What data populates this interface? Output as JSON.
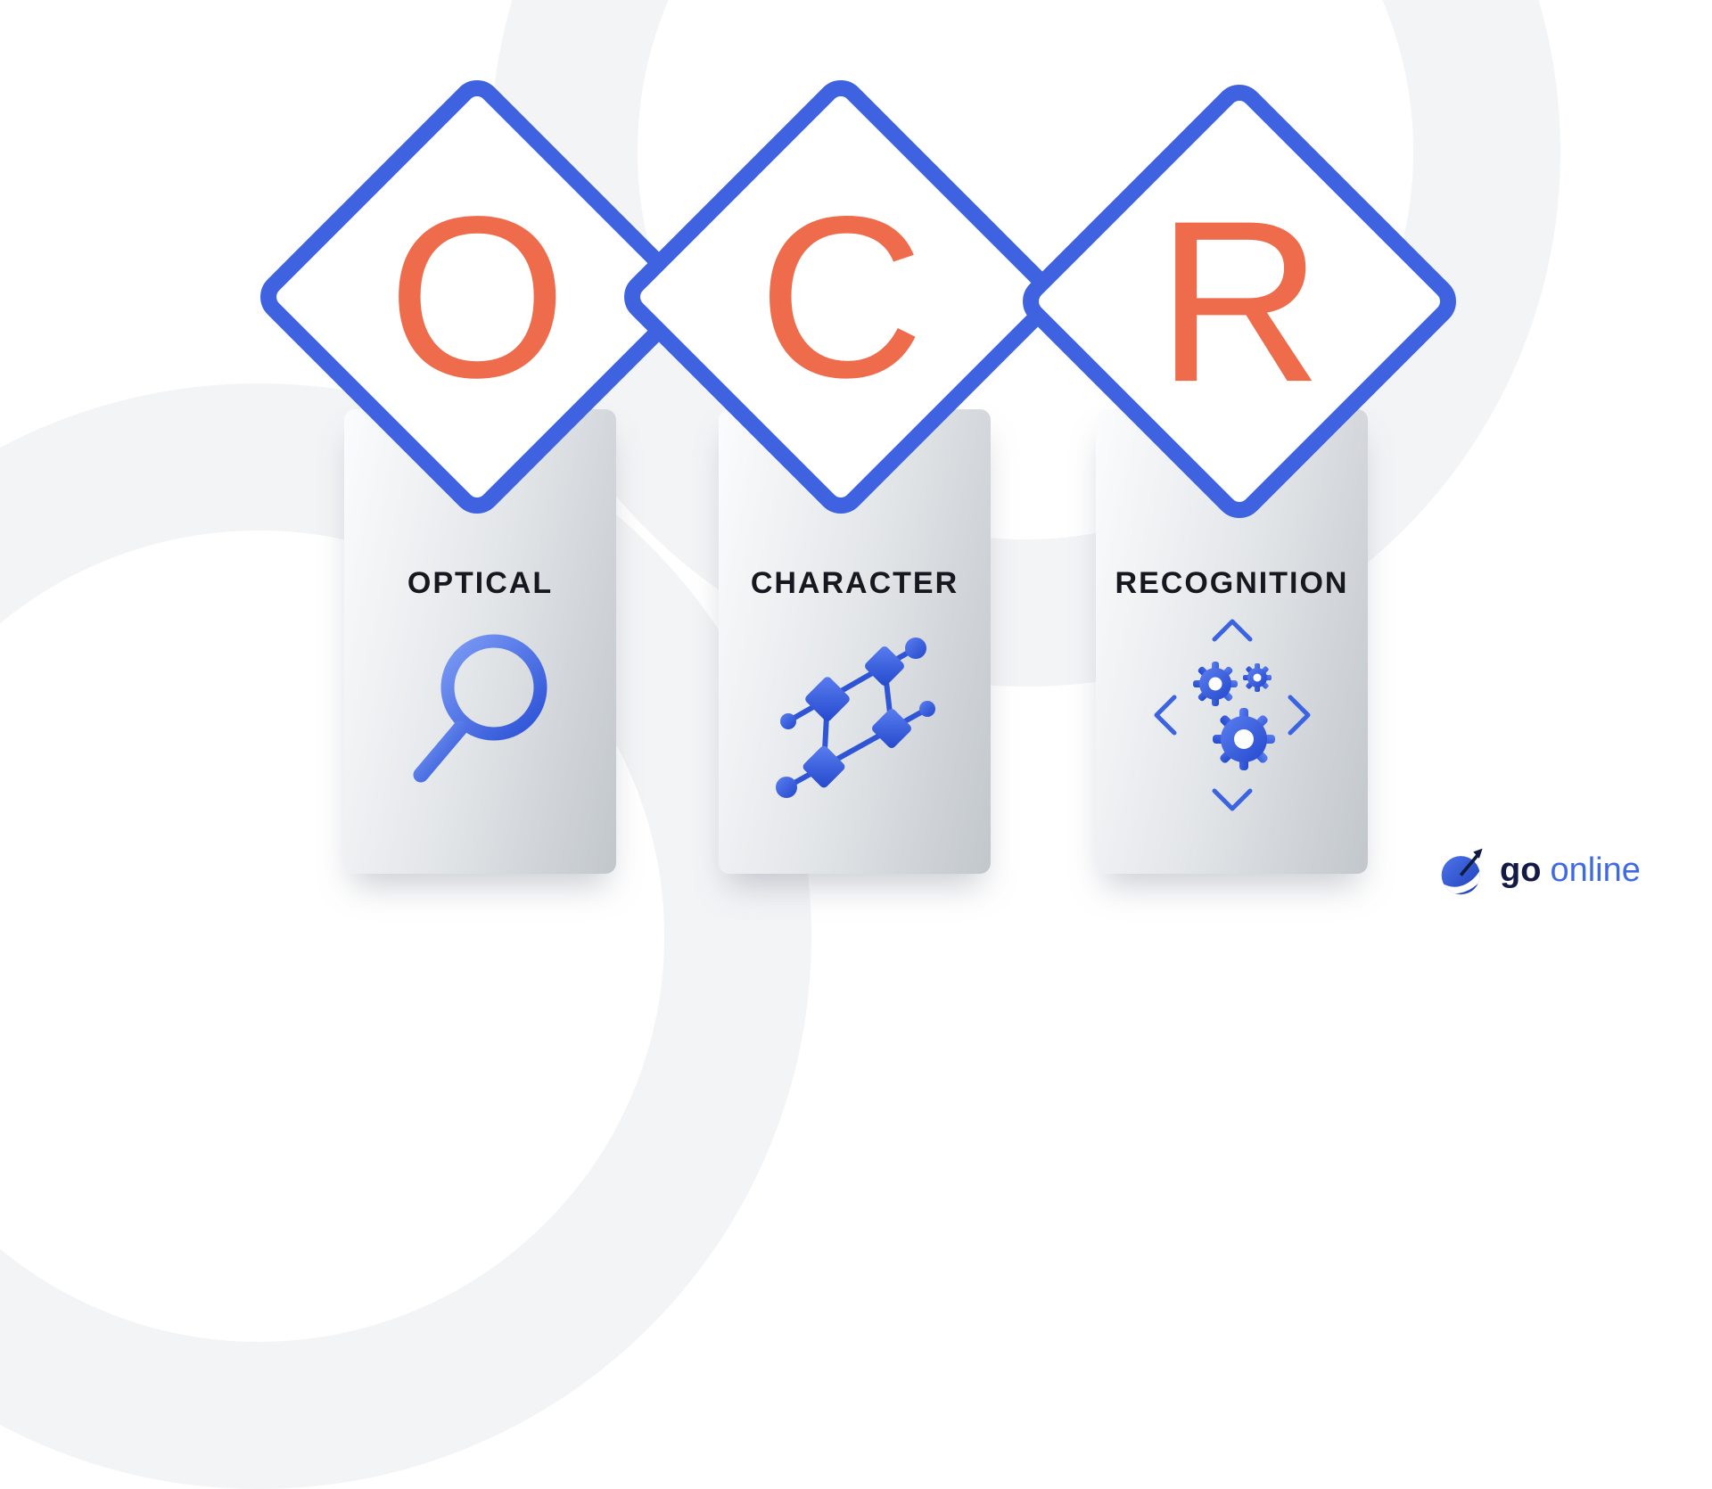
{
  "page": {
    "background": "#ffffff",
    "type": "infographic"
  },
  "sections": [
    {
      "letter": "O",
      "label": "OPTICAL",
      "icon": "magnifier-icon"
    },
    {
      "letter": "C",
      "label": "CHARACTER",
      "icon": "network-icon"
    },
    {
      "letter": "R",
      "label": "RECOGNITION",
      "icon": "gears-icon"
    }
  ],
  "logo": {
    "text_primary": "go",
    "text_secondary": "online",
    "icon": "go-online-globe-arrow-icon"
  },
  "colors": {
    "diamond_border_blue": "#3f63e0",
    "letter_orange": "#ee6b4b",
    "label_dark": "#17181f",
    "icon_blue_light": "#7d9cf5",
    "icon_blue_dark": "#2a50d6",
    "card_gradient_start": "#fbfcfd",
    "card_gradient_end": "#c2c7cc",
    "background_ring": "#f3f4f6",
    "logo_navy": "#121a45",
    "logo_blue": "#3f6ae0"
  }
}
